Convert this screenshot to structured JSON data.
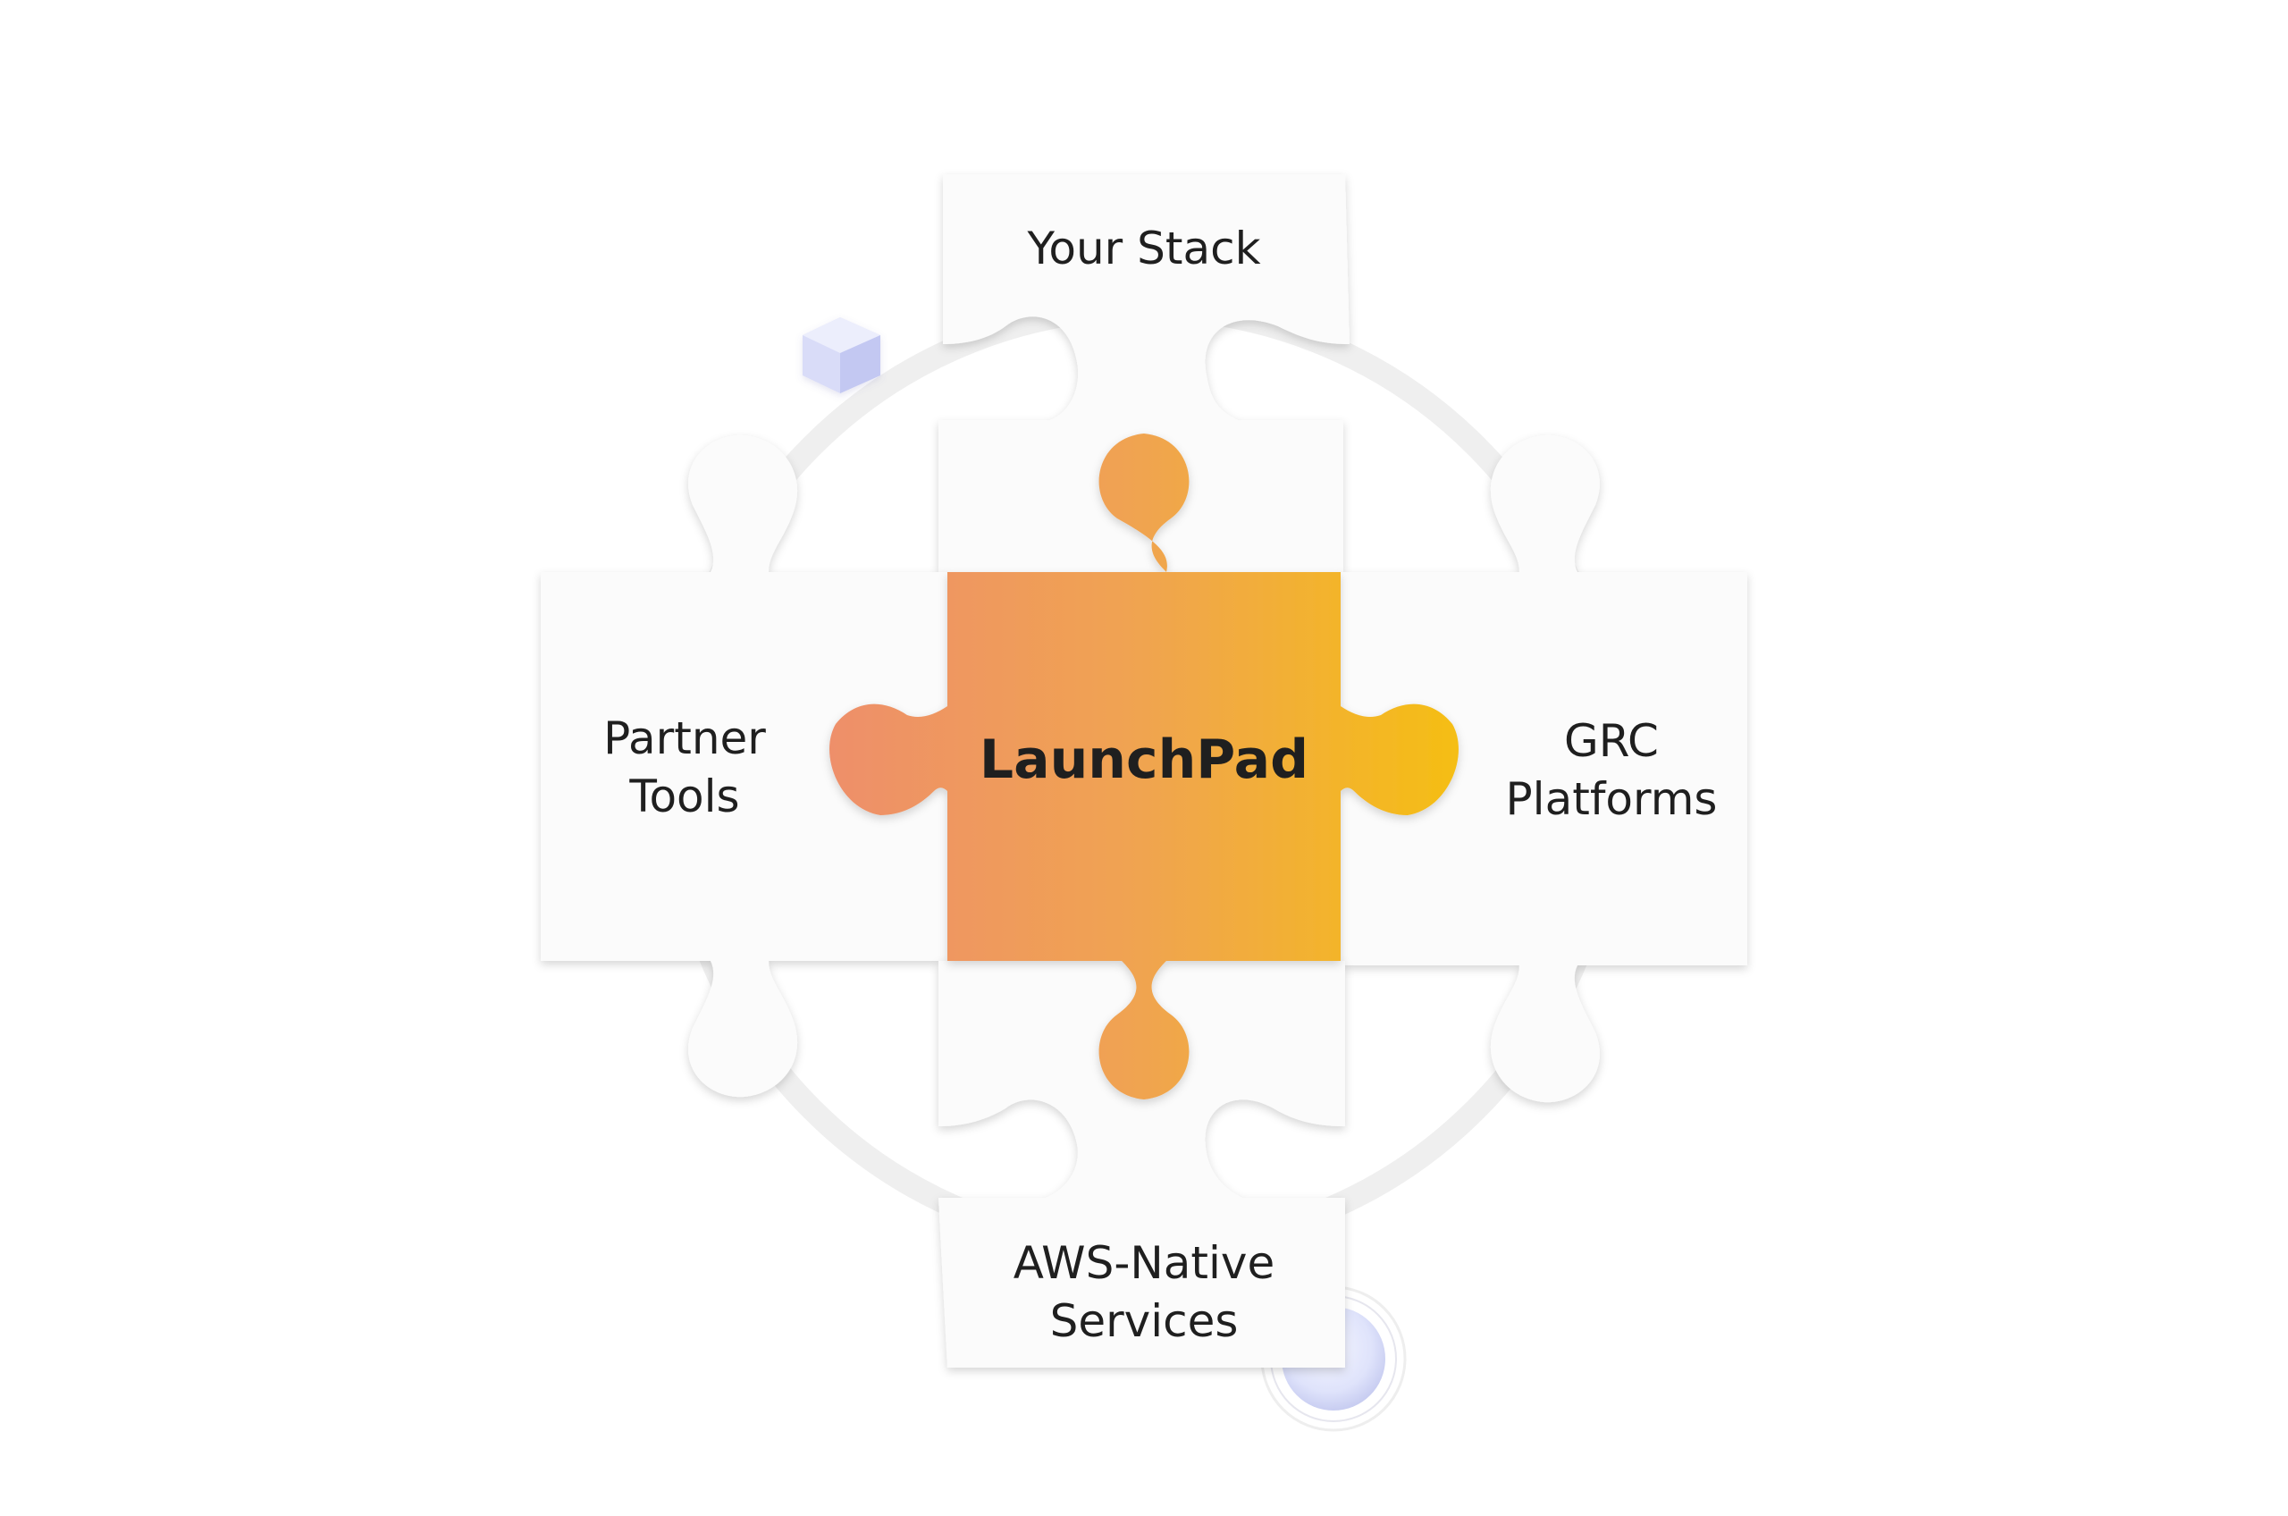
{
  "diagram": {
    "center": {
      "label": "LaunchPad"
    },
    "pieces": {
      "top": {
        "lines": [
          "Your Stack"
        ]
      },
      "left": {
        "lines": [
          "Partner",
          "Tools"
        ]
      },
      "right": {
        "lines": [
          "GRC",
          "Platforms"
        ]
      },
      "bottom": {
        "lines": [
          "AWS-Native",
          "Services"
        ]
      }
    }
  },
  "colors": {
    "background": "#ffffff",
    "piece_fill": "#fbfbfb",
    "ring": "#efefef",
    "center_gradient_start": "#ee8f6a",
    "center_gradient_end": "#f5be14",
    "text": "#1f1f1f",
    "accent_cube": "#c9cdf5",
    "accent_orb": "#dfe3fb"
  }
}
